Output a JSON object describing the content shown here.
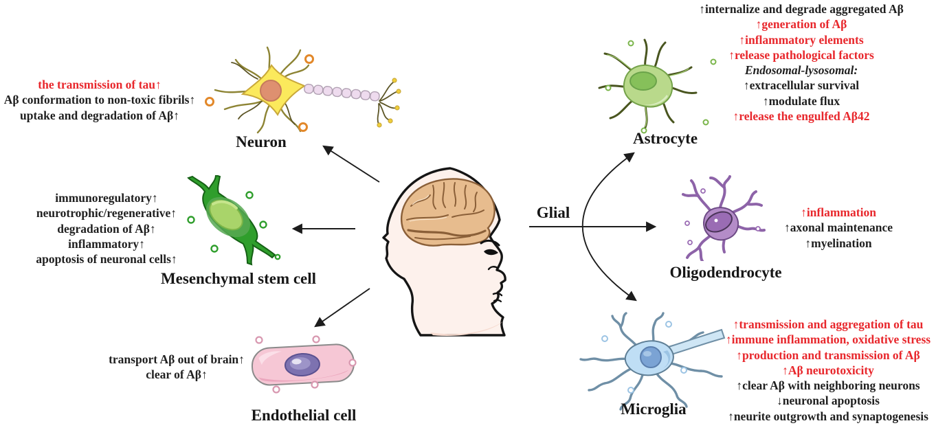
{
  "colors": {
    "red": "#e8272c",
    "black": "#1f1f1f"
  },
  "center": {
    "glial_label": "Glial",
    "head_illustration": "human-head-profile-with-brain"
  },
  "groups": {
    "neuron": {
      "label": "Neuron",
      "annotations": [
        {
          "text": "the transmission of tau↑",
          "color": "red"
        },
        {
          "text": "Aβ conformation to non-toxic fibrils↑",
          "color": "black"
        },
        {
          "text": "uptake and degradation of Aβ↑",
          "color": "black"
        }
      ]
    },
    "mesenchymal": {
      "label": "Mesenchymal stem cell",
      "annotations": [
        {
          "text": "immunoregulatory↑",
          "color": "black"
        },
        {
          "text": "neurotrophic/regenerative↑",
          "color": "black"
        },
        {
          "text": "degradation of Aβ↑",
          "color": "black"
        },
        {
          "text": "inflammatory↑",
          "color": "black"
        },
        {
          "text": "apoptosis of neuronal cells↑",
          "color": "black"
        }
      ]
    },
    "endothelial": {
      "label": "Endothelial cell",
      "annotations": [
        {
          "text": "transport Aβ out of brain↑",
          "color": "black"
        },
        {
          "text": "clear of Aβ↑",
          "color": "black"
        }
      ]
    },
    "astrocyte": {
      "label": "Astrocyte",
      "annotations": [
        {
          "text": "↑internalize and degrade aggregated Aβ",
          "color": "black"
        },
        {
          "text": "↑generation of Aβ",
          "color": "red"
        },
        {
          "text": "↑inflammatory elements",
          "color": "red"
        },
        {
          "text": "↑release pathological factors",
          "color": "red"
        },
        {
          "text": "Endosomal-lysosomal:",
          "color": "black",
          "italic": true
        },
        {
          "text": "↑extracellular survival",
          "color": "black"
        },
        {
          "text": "↑modulate flux",
          "color": "black"
        },
        {
          "text": "↑release the engulfed Aβ42",
          "color": "red"
        }
      ]
    },
    "oligodendrocyte": {
      "label": "Oligodendrocyte",
      "annotations": [
        {
          "text": "↑inflammation",
          "color": "red"
        },
        {
          "text": "↑axonal maintenance",
          "color": "black"
        },
        {
          "text": "↑myelination",
          "color": "black"
        }
      ]
    },
    "microglia": {
      "label": "Microglia",
      "annotations": [
        {
          "text": "↑transmission and aggregation of tau",
          "color": "red"
        },
        {
          "text": "↑immune inflammation, oxidative stress",
          "color": "red"
        },
        {
          "text": "↑production and transmission of Aβ",
          "color": "red"
        },
        {
          "text": "↑Aβ neurotoxicity",
          "color": "red"
        },
        {
          "text": "↑clear Aβ with neighboring neurons",
          "color": "black"
        },
        {
          "text": "↓neuronal apoptosis",
          "color": "black"
        },
        {
          "text": "↑neurite outgrowth and synaptogenesis",
          "color": "black"
        }
      ]
    }
  }
}
